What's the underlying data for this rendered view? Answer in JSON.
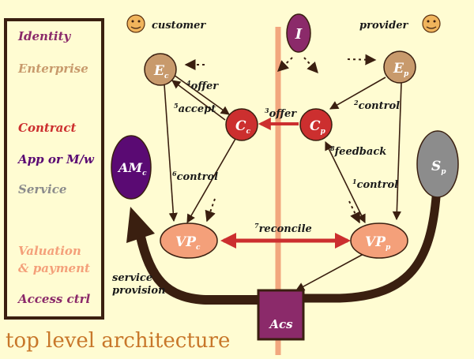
{
  "title": "top level architecture",
  "legend": {
    "items": [
      {
        "label": "Identity",
        "color": "#8b2a6a"
      },
      {
        "label": "Enterprise",
        "color": "#c89a6c"
      },
      {
        "label": "Contract",
        "color": "#cc2f2f"
      },
      {
        "label": "App or M/w",
        "color": "#5a0a73"
      },
      {
        "label": "Service",
        "color": "#8c8c8c"
      },
      {
        "label": "Valuation\n& payment",
        "color": "#f4a07a"
      },
      {
        "label": "Access ctrl",
        "color": "#8b2a6a"
      }
    ]
  },
  "actors": {
    "customer": "customer",
    "provider": "provider"
  },
  "nodes": {
    "identity": {
      "main": "I",
      "sub": ""
    },
    "enterprise_c": {
      "main": "E",
      "sub": "c"
    },
    "enterprise_p": {
      "main": "E",
      "sub": "p"
    },
    "contract_c": {
      "main": "C",
      "sub": "c"
    },
    "contract_p": {
      "main": "C",
      "sub": "p"
    },
    "app_c": {
      "main": "AM",
      "sub": "c"
    },
    "service_p": {
      "main": "S",
      "sub": "p"
    },
    "valuation_c": {
      "main": "VP",
      "sub": "c"
    },
    "valuation_p": {
      "main": "VP",
      "sub": "p"
    },
    "access": {
      "main": "Acs",
      "sub": ""
    }
  },
  "edges": {
    "offer4": {
      "num": "4",
      "text": "offer"
    },
    "accept5": {
      "num": "5",
      "text": "accept"
    },
    "offer3": {
      "num": "3",
      "text": "offer"
    },
    "control2": {
      "num": "2",
      "text": "control"
    },
    "feedback8": {
      "num": "8",
      "text": "feedback"
    },
    "control6": {
      "num": "6",
      "text": "control"
    },
    "control1": {
      "num": "1",
      "text": "control"
    },
    "reconcile7": {
      "num": "7",
      "text": "reconcile"
    },
    "service_provision": {
      "line1": "service",
      "line2": "provision"
    }
  }
}
